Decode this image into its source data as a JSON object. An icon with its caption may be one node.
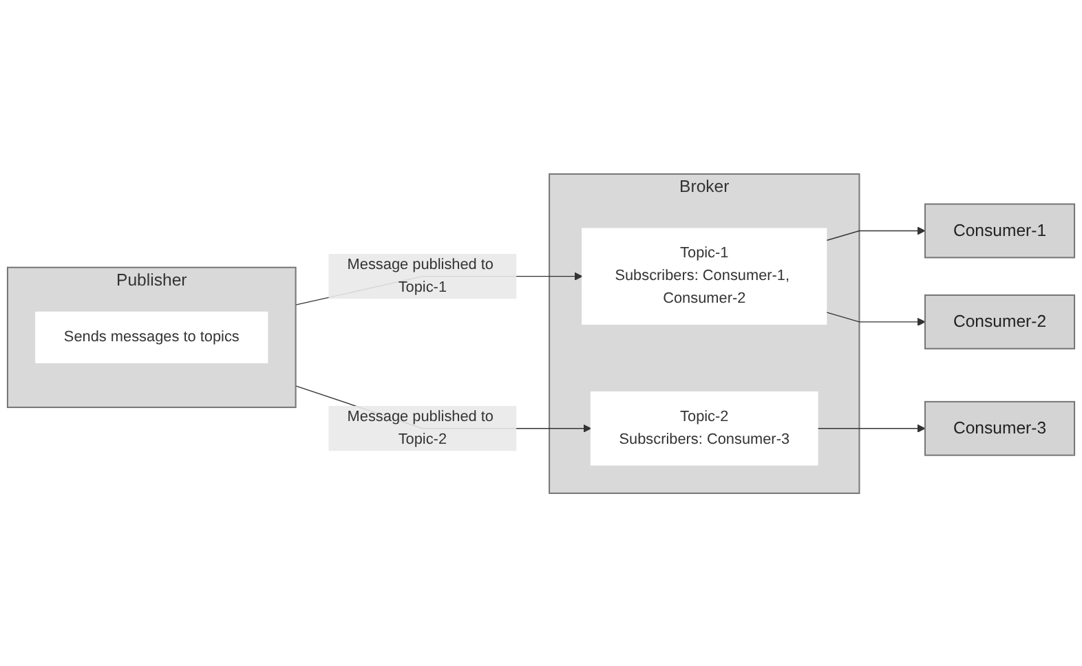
{
  "diagram": {
    "nodes": [
      {
        "text": [
          "Publisher"
        ]
      },
      {
        "text": [
          "Sends messages to topics"
        ],
        "in": 0
      },
      {
        "text": [
          "Broker"
        ]
      },
      {
        "text": [
          "Topic-1",
          "Subscribers: Consumer-1, Consumer-2"
        ],
        "in": 2
      },
      {
        "text": [
          "Topic-2",
          "Subscribers: Consumer-3"
        ],
        "in": 2
      },
      {
        "text": [
          "Consumer-1"
        ]
      },
      {
        "text": [
          "Consumer-2"
        ]
      },
      {
        "text": [
          "Consumer-3"
        ]
      }
    ],
    "edges": [
      {
        "from": 0,
        "to": 3,
        "arrow": "to",
        "label": "Message published to Topic-1"
      },
      {
        "from": 0,
        "to": 4,
        "arrow": "to",
        "label": "Message published to Topic-2"
      },
      {
        "from": 3,
        "to": 5,
        "arrow": "to"
      },
      {
        "from": 3,
        "to": 6,
        "arrow": "to"
      },
      {
        "from": 4,
        "to": 7,
        "arrow": "to"
      }
    ]
  }
}
